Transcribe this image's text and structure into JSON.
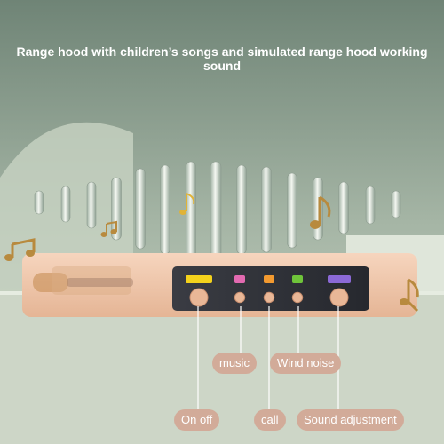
{
  "caption": "Range hood with children’s songs and simulated range hood working sound",
  "colors": {
    "wall_top": "#6f8476",
    "wall_bottom": "#c9d4c4",
    "counter": "#cbd5c5",
    "device_body": "#f0c9ae",
    "panel": "#2e3037",
    "knob": "#e9b797",
    "label_bg": "#d2ab99",
    "note_gold": "#b88a3e"
  },
  "buttons": [
    {
      "name": "on-off",
      "color": "#f4d21c"
    },
    {
      "name": "music",
      "color": "#e36ab1"
    },
    {
      "name": "call",
      "color": "#f39a30"
    },
    {
      "name": "wind-noise",
      "color": "#6fc43a"
    },
    {
      "name": "sound-adjustment",
      "color": "#8b69d6"
    }
  ],
  "labels": {
    "music": "music",
    "wind_noise": "Wind noise",
    "on_off": "On off",
    "call": "call",
    "sound_adjustment": "Sound adjustment"
  }
}
